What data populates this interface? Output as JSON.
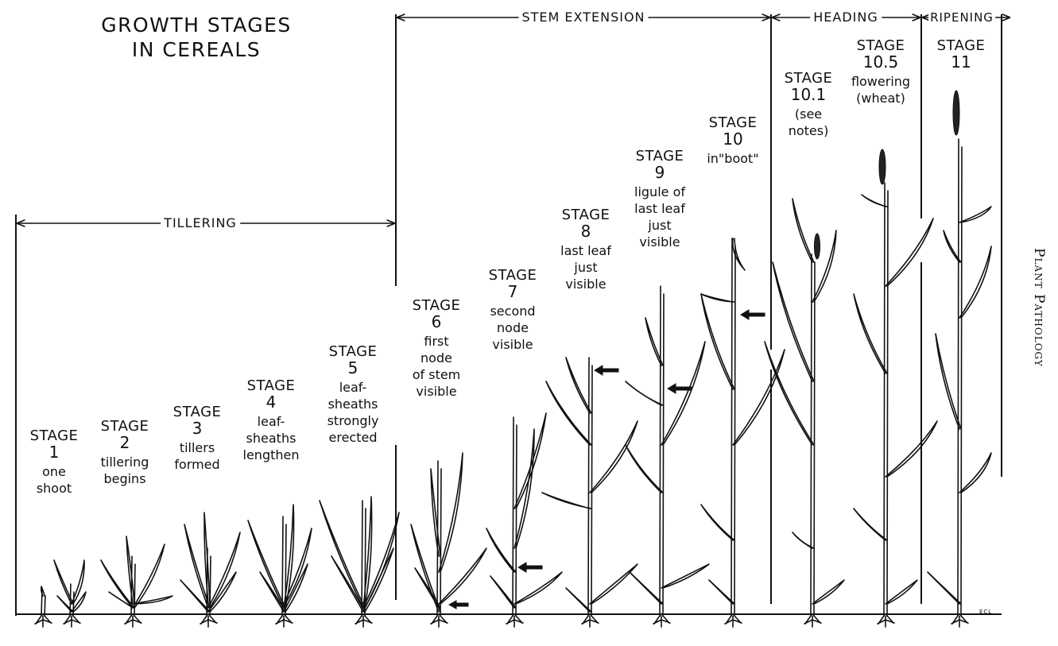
{
  "title": "GROWTH STAGES\nIN CEREALS",
  "credit": "Plant Pathology",
  "phases": {
    "tillering": "TILLERING",
    "stem_extension": "STEM EXTENSION",
    "heading": "HEADING",
    "ripening": "RIPENING"
  },
  "stages": [
    {
      "label": "STAGE",
      "number": "1",
      "desc": "one\nshoot"
    },
    {
      "label": "STAGE",
      "number": "2",
      "desc": "tillering\nbegins"
    },
    {
      "label": "STAGE",
      "number": "3",
      "desc": "tillers\nformed"
    },
    {
      "label": "STAGE",
      "number": "4",
      "desc": "leaf-\nsheaths\nlengthen"
    },
    {
      "label": "STAGE",
      "number": "5",
      "desc": "leaf-\nsheaths\nstrongly\nerected"
    },
    {
      "label": "STAGE",
      "number": "6",
      "desc": "first\nnode\nof stem\nvisible"
    },
    {
      "label": "STAGE",
      "number": "7",
      "desc": "second\nnode\nvisible"
    },
    {
      "label": "STAGE",
      "number": "8",
      "desc": "last leaf\njust\nvisible"
    },
    {
      "label": "STAGE",
      "number": "9",
      "desc": "ligule of\nlast leaf\njust\nvisible"
    },
    {
      "label": "STAGE",
      "number": "10",
      "desc": "in\"boot\""
    },
    {
      "label": "STAGE",
      "number": "10.1",
      "desc": "(see\nnotes)"
    },
    {
      "label": "STAGE",
      "number": "10.5",
      "desc": "flowering\n(wheat)"
    },
    {
      "label": "STAGE",
      "number": "11",
      "desc": ""
    }
  ],
  "signature": "ECL"
}
